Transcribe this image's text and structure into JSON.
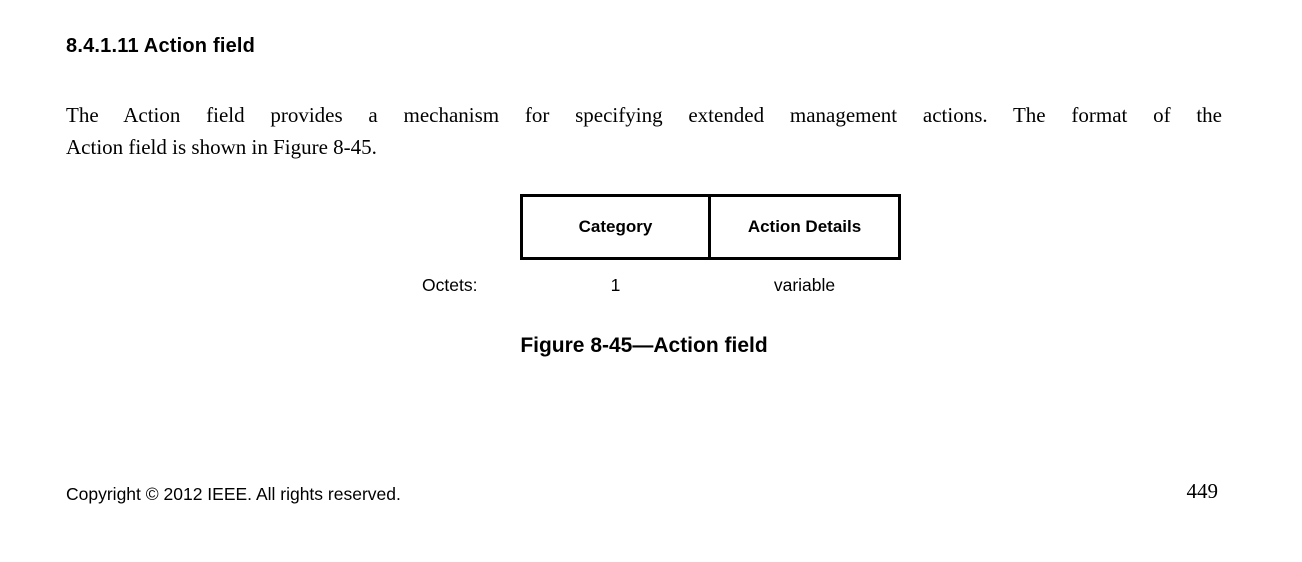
{
  "colors": {
    "text": "#000000",
    "background": "#ffffff"
  },
  "document": {
    "section_heading": "8.4.1.11 Action field",
    "paragraph_lines": [
      "The Action field provides a mechanism for specifying extended management actions. The format of the",
      "Action field is shown in Figure 8-45."
    ],
    "figure": {
      "octets_label": "Octets:",
      "fields": [
        {
          "name": "Category",
          "octets": "1"
        },
        {
          "name": "Action Details",
          "octets": "variable"
        }
      ],
      "caption": "Figure 8-45—Action field"
    },
    "footer": {
      "copyright": "Copyright © 2012 IEEE. All rights reserved.",
      "page_number": "449"
    }
  }
}
